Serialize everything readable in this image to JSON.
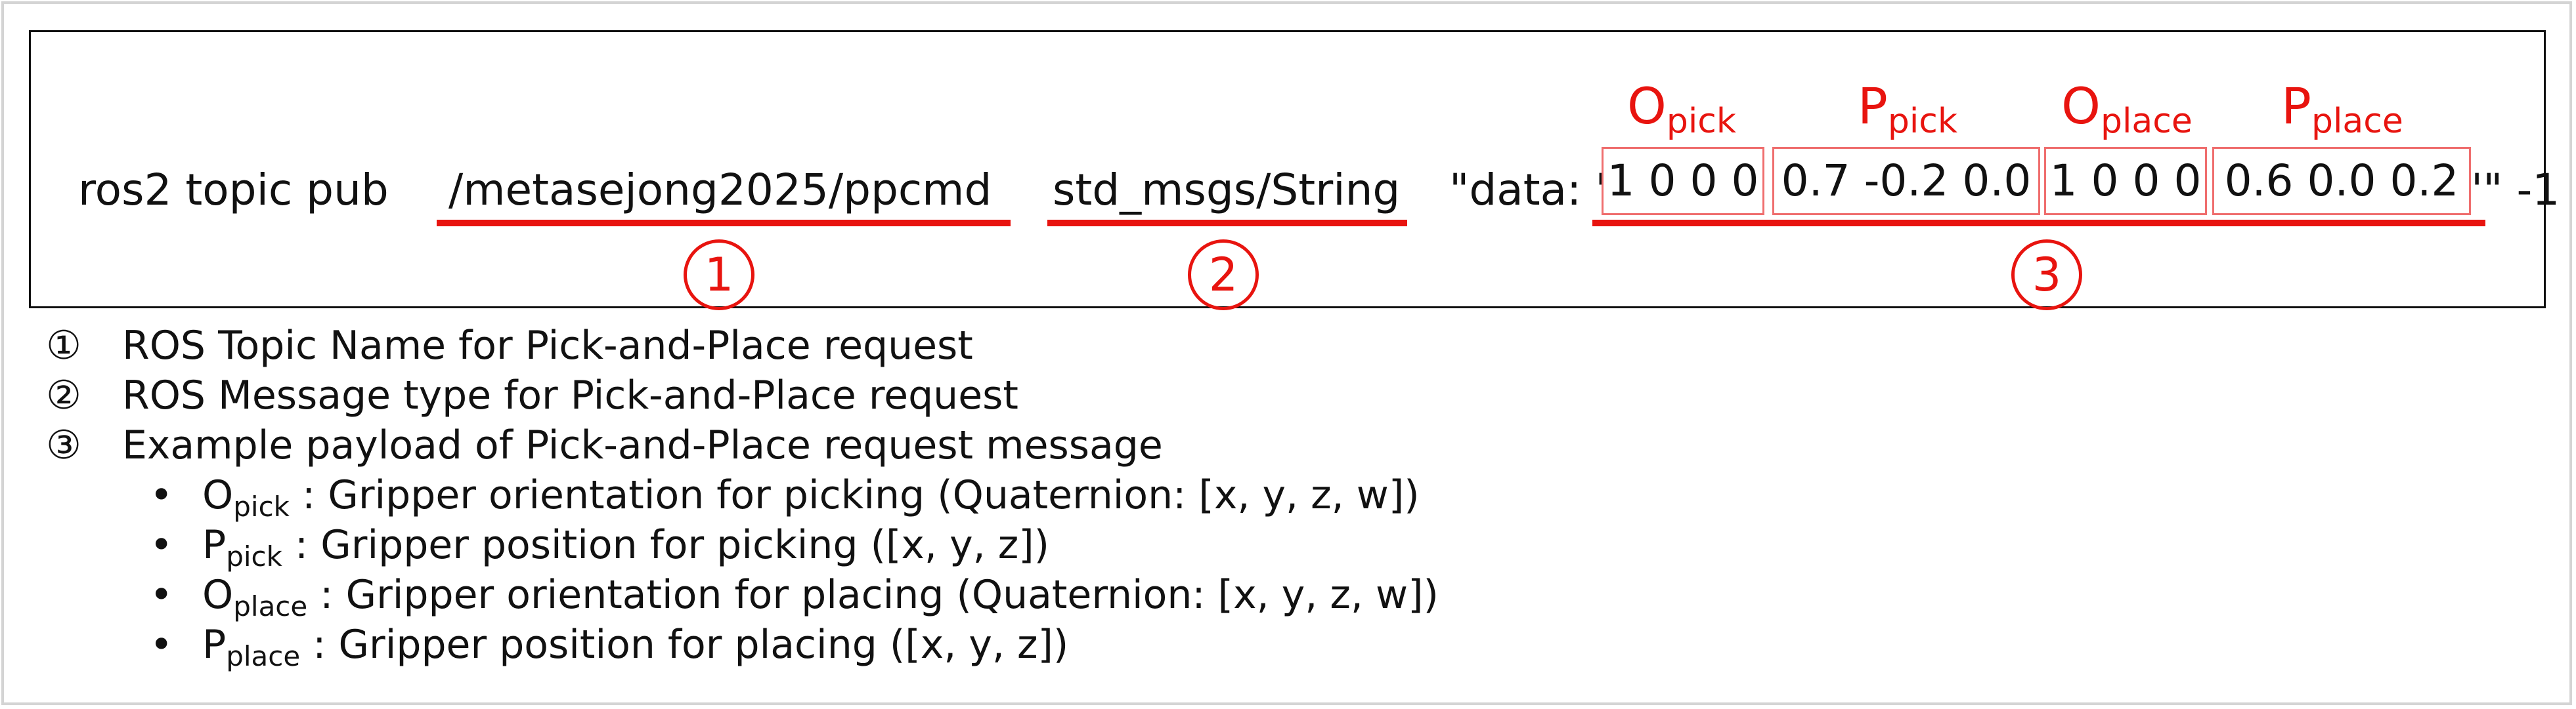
{
  "command": {
    "prefix": "ros2 topic pub",
    "topic": "/metasejong2025/ppcmd",
    "msg_type": "std_msgs/String",
    "data_open": "\"data: '",
    "segments": [
      {
        "letter": "O",
        "sub": "pick",
        "value": "1 0 0 0"
      },
      {
        "letter": "P",
        "sub": "pick",
        "value": "0.7 -0.2 0.0"
      },
      {
        "letter": "O",
        "sub": "place",
        "value": "1 0 0 0"
      },
      {
        "letter": "P",
        "sub": "place",
        "value": "0.6 0.0 0.2"
      }
    ],
    "data_close": "'\" -1",
    "markers": [
      "1",
      "2",
      "3"
    ]
  },
  "legend": {
    "items": [
      {
        "mark": "①",
        "text": "ROS Topic Name for Pick-and-Place request"
      },
      {
        "mark": "②",
        "text": "ROS Message type for Pick-and-Place request"
      },
      {
        "mark": "③",
        "text": "Example payload of Pick-and-Place request message"
      }
    ],
    "bullets": [
      {
        "letter": "O",
        "sub": "pick",
        "text": " : Gripper orientation for picking (Quaternion: [x, y, z, w])"
      },
      {
        "letter": "P",
        "sub": "pick",
        "text": " : Gripper position for picking ([x, y, z])"
      },
      {
        "letter": "O",
        "sub": "place",
        "text": " : Gripper orientation for placing (Quaternion: [x, y, z, w])"
      },
      {
        "letter": "P",
        "sub": "place",
        "text": " : Gripper position for placing ([x, y, z])"
      }
    ]
  },
  "colors": {
    "accent": "#e8140f",
    "segment_border": "#ef6e6e",
    "frame": "#d4d4d4"
  }
}
